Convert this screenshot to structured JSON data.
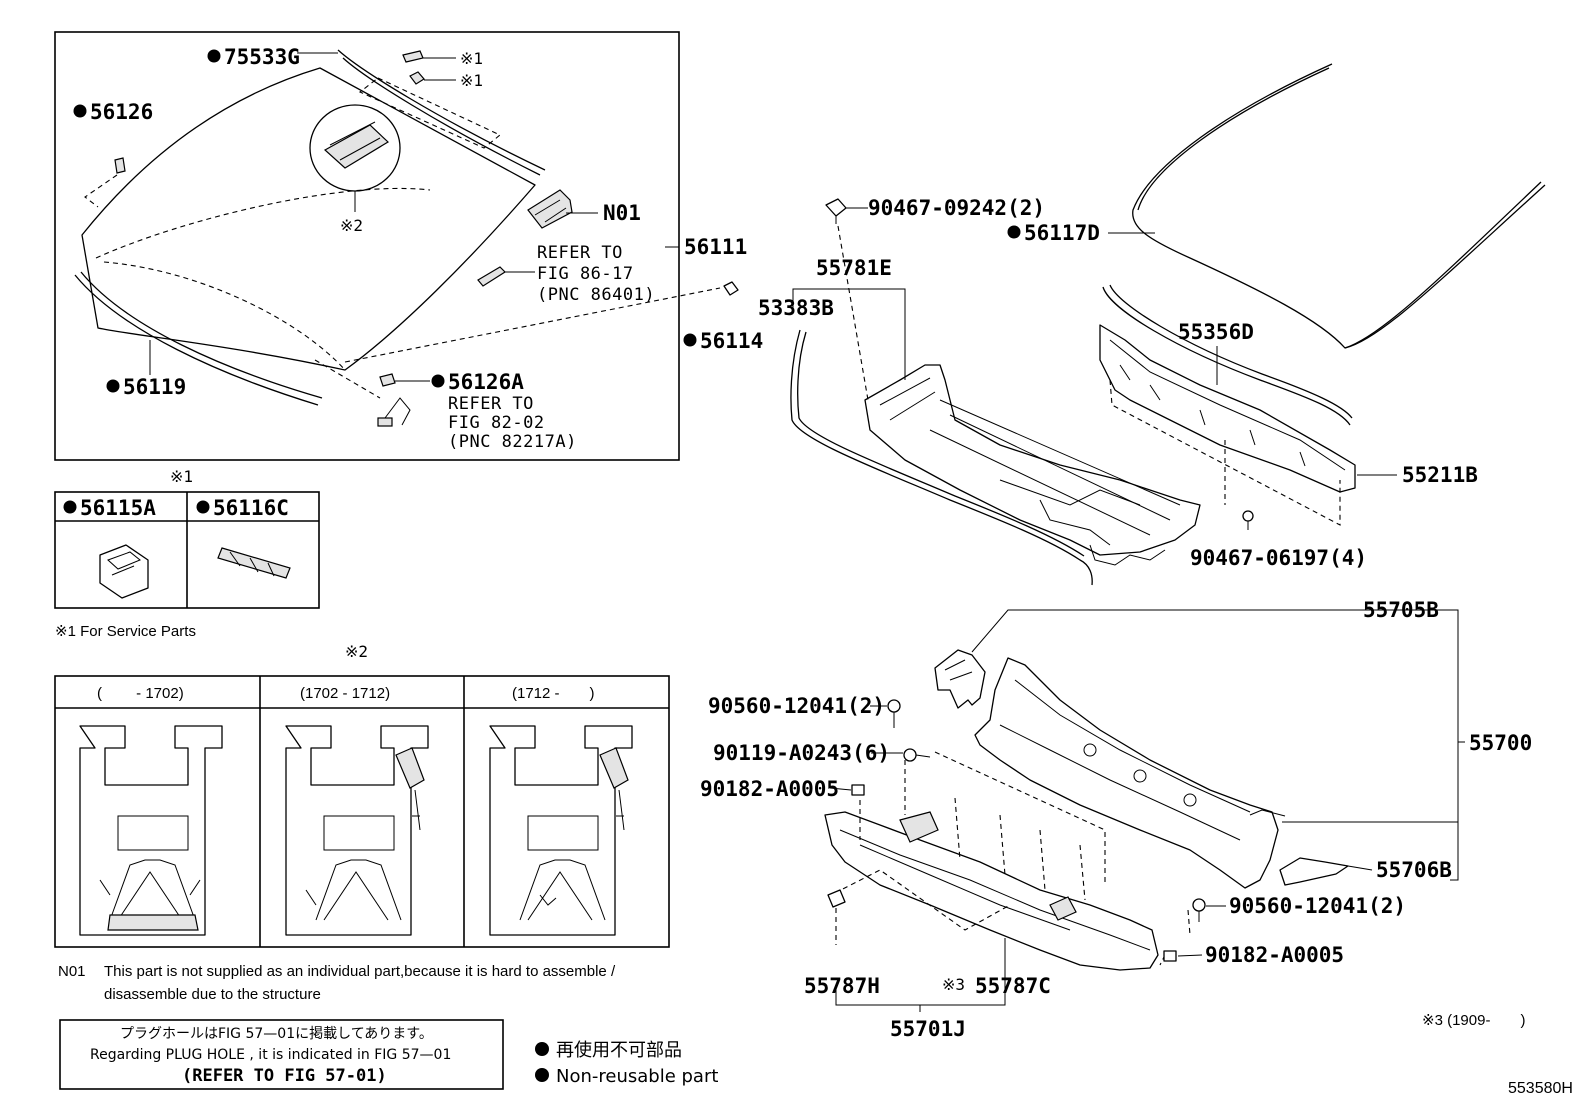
{
  "diagram_id": "553580H",
  "parts": {
    "p75533G": "75533G",
    "p56126": "56126",
    "pN01": "N01",
    "p56111": "56111",
    "pRefer1_a": "REFER TO",
    "pRefer1_b": "FIG 86-17",
    "pRefer1_c": "(PNC 86401)",
    "p56114": "56114",
    "p56119": "56119",
    "p56126A": "56126A",
    "pRefer2_a": "REFER TO",
    "pRefer2_b": "FIG 82-02",
    "pRefer2_c": "(PNC 82217A)",
    "p90467a": "90467-09242(2)",
    "p56117D": "56117D",
    "p55781E": "55781E",
    "p53383B": "53383B",
    "p55356D": "55356D",
    "p55211B": "55211B",
    "p90467b": "90467-06197(4)",
    "p55705B": "55705B",
    "p55700": "55700",
    "p90560a": "90560-12041(2)",
    "p90119": "90119-A0243(6)",
    "p90182a": "90182-A0005",
    "p55706B": "55706B",
    "p90560b": "90560-12041(2)",
    "p90182b": "90182-A0005",
    "p55787H": "55787H",
    "p55787C": "55787C",
    "p55701J": "55701J"
  },
  "marks": {
    "note1": "※1",
    "note2": "※2",
    "note3": "※3"
  },
  "service_box": {
    "header": "※1",
    "part_a": "56115A",
    "part_b": "56116C",
    "footnote": "※1 For Service Parts"
  },
  "variant_box": {
    "header": "※2",
    "col1": "(　　 - 1702)",
    "col2": "(1702 - 1712)",
    "col3": "(1712 -　　)"
  },
  "notes": {
    "n01_code": "N01",
    "n01_line1": "This part is not supplied as an individual part,because it is hard to assemble /",
    "n01_line2": "disassemble due to the structure",
    "note3_range": "※3 (1909-　　)"
  },
  "plug_box": {
    "line1": "プラグホールはFIG 57—01に掲載してあります。",
    "line2": "Regarding  PLUG  HOLE , it is indicated in  FIG  57—01",
    "line3": "(REFER TO FIG 57-01)"
  },
  "legend": {
    "jp": "再使用不可部品",
    "en": "Non-reusable part"
  }
}
